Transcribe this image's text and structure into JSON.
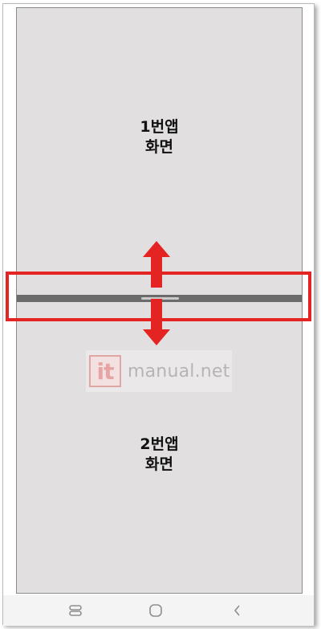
{
  "split_screen": {
    "top_app_label": "1번앱\n화면",
    "bottom_app_label": "2번앱\n화면"
  },
  "watermark": {
    "logo_text": "it",
    "site_text": "manual.net"
  },
  "colors": {
    "screen_bg": "#e1dfdf",
    "divider": "#6b6b6b",
    "highlight": "#e42323",
    "arrow": "#e42323"
  },
  "icons": {
    "recent_apps": "recent-apps-icon",
    "home": "home-icon",
    "back": "back-icon",
    "resize_up": "arrow-up-icon",
    "resize_down": "arrow-down-icon"
  }
}
